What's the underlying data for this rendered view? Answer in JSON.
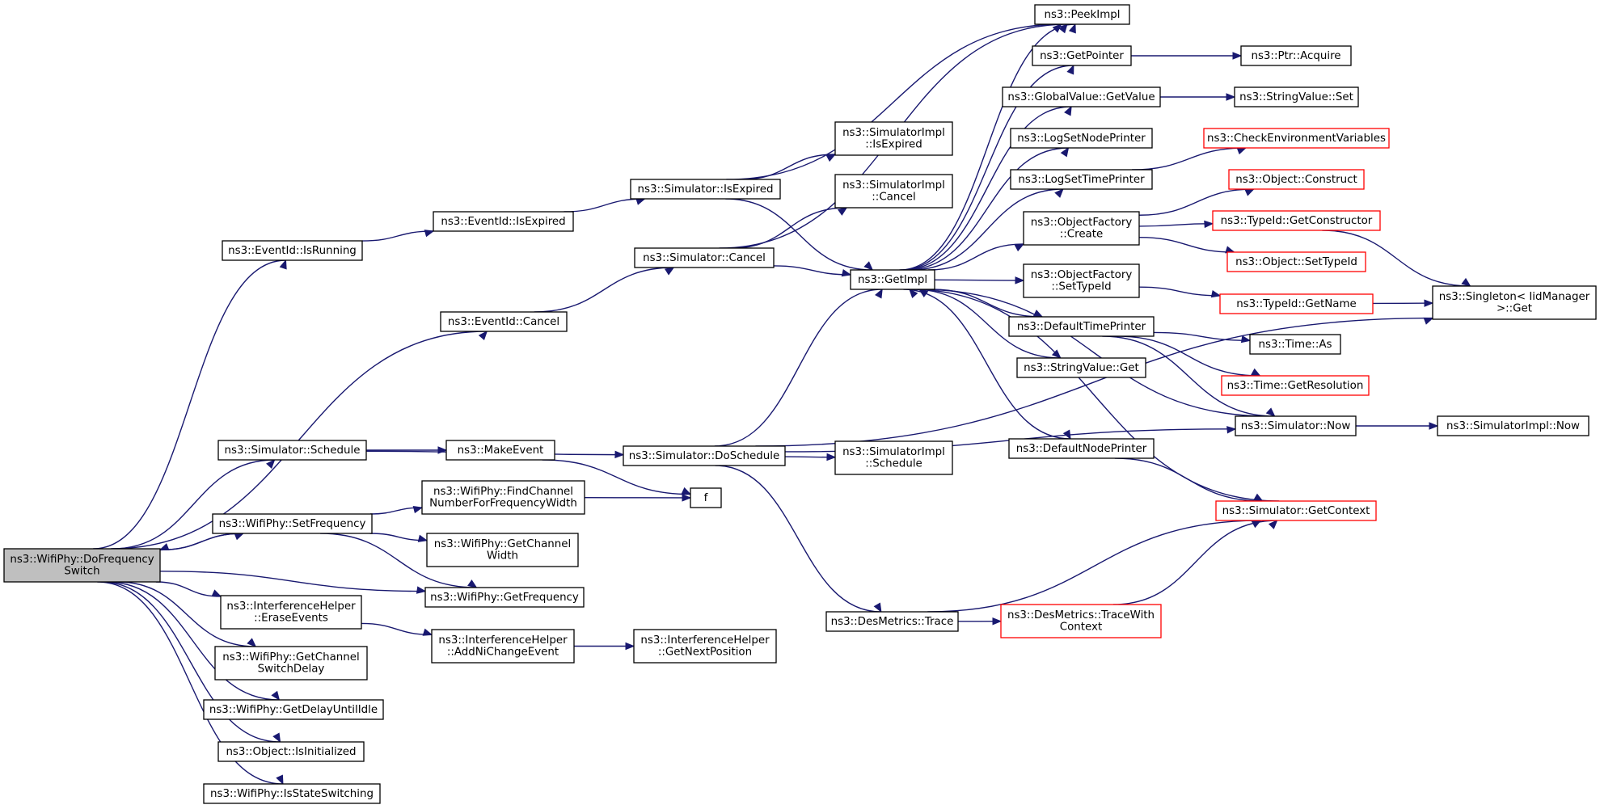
{
  "colors": {
    "edge": "#191970",
    "root_fill": "#bfbfbf",
    "truncated_border": "#ff0000",
    "node_border": "#000000"
  },
  "nodes": [
    {
      "id": "root",
      "lines": [
        "ns3::WifiPhy::DoFrequency",
        "Switch"
      ],
      "root": true
    },
    {
      "id": "isrunning",
      "lines": [
        "ns3::EventId::IsRunning"
      ]
    },
    {
      "id": "cancel",
      "lines": [
        "ns3::EventId::Cancel"
      ]
    },
    {
      "id": "schedule",
      "lines": [
        "ns3::Simulator::Schedule"
      ]
    },
    {
      "id": "setfreq",
      "lines": [
        "ns3::WifiPhy::SetFrequency"
      ]
    },
    {
      "id": "erase",
      "lines": [
        "ns3::InterferenceHelper",
        "::EraseEvents"
      ]
    },
    {
      "id": "switchdelay",
      "lines": [
        "ns3::WifiPhy::GetChannel",
        "SwitchDelay"
      ]
    },
    {
      "id": "delayidle",
      "lines": [
        "ns3::WifiPhy::GetDelayUntilIdle"
      ]
    },
    {
      "id": "isinit",
      "lines": [
        "ns3::Object::IsInitialized"
      ]
    },
    {
      "id": "isswitching",
      "lines": [
        "ns3::WifiPhy::IsStateSwitching"
      ]
    },
    {
      "id": "eisexpired",
      "lines": [
        "ns3::EventId::IsExpired"
      ]
    },
    {
      "id": "makeevent",
      "lines": [
        "ns3::MakeEvent"
      ]
    },
    {
      "id": "findchan",
      "lines": [
        "ns3::WifiPhy::FindChannel",
        "NumberForFrequencyWidth"
      ]
    },
    {
      "id": "chanwidth",
      "lines": [
        "ns3::WifiPhy::GetChannel",
        "Width"
      ]
    },
    {
      "id": "getfreq",
      "lines": [
        "ns3::WifiPhy::GetFrequency"
      ]
    },
    {
      "id": "addni",
      "lines": [
        "ns3::InterferenceHelper",
        "::AddNiChangeEvent"
      ]
    },
    {
      "id": "simisexpired",
      "lines": [
        "ns3::Simulator::IsExpired"
      ]
    },
    {
      "id": "simcancel",
      "lines": [
        "ns3::Simulator::Cancel"
      ]
    },
    {
      "id": "doschedule",
      "lines": [
        "ns3::Simulator::DoSchedule"
      ]
    },
    {
      "id": "f",
      "lines": [
        "f"
      ]
    },
    {
      "id": "nextpos",
      "lines": [
        "ns3::InterferenceHelper",
        "::GetNextPosition"
      ]
    },
    {
      "id": "implisexpired",
      "lines": [
        "ns3::SimulatorImpl",
        "::IsExpired"
      ]
    },
    {
      "id": "implcancel",
      "lines": [
        "ns3::SimulatorImpl",
        "::Cancel"
      ]
    },
    {
      "id": "getimpl",
      "lines": [
        "ns3::GetImpl"
      ]
    },
    {
      "id": "implschedule",
      "lines": [
        "ns3::SimulatorImpl",
        "::Schedule"
      ]
    },
    {
      "id": "desmetrics",
      "lines": [
        "ns3::DesMetrics::Trace"
      ]
    },
    {
      "id": "peekimpl",
      "lines": [
        "ns3::PeekImpl"
      ]
    },
    {
      "id": "getpointer",
      "lines": [
        "ns3::GetPointer"
      ]
    },
    {
      "id": "gvgetvalue",
      "lines": [
        "ns3::GlobalValue::GetValue"
      ]
    },
    {
      "id": "lognode",
      "lines": [
        "ns3::LogSetNodePrinter"
      ]
    },
    {
      "id": "logtime",
      "lines": [
        "ns3::LogSetTimePrinter"
      ]
    },
    {
      "id": "ofcreate",
      "lines": [
        "ns3::ObjectFactory",
        "::Create"
      ]
    },
    {
      "id": "ofsettypeid",
      "lines": [
        "ns3::ObjectFactory",
        "::SetTypeId"
      ]
    },
    {
      "id": "deftime",
      "lines": [
        "ns3::DefaultTimePrinter"
      ]
    },
    {
      "id": "svget",
      "lines": [
        "ns3::StringValue::Get"
      ]
    },
    {
      "id": "defnode",
      "lines": [
        "ns3::DefaultNodePrinter"
      ]
    },
    {
      "id": "tracewith",
      "lines": [
        "ns3::DesMetrics::TraceWith",
        "Context"
      ],
      "red": true
    },
    {
      "id": "ptracquire",
      "lines": [
        "ns3::Ptr::Acquire"
      ]
    },
    {
      "id": "svset",
      "lines": [
        "ns3::StringValue::Set"
      ]
    },
    {
      "id": "checkenv",
      "lines": [
        "ns3::CheckEnvironmentVariables"
      ],
      "red": true
    },
    {
      "id": "objconstruct",
      "lines": [
        "ns3::Object::Construct"
      ],
      "red": true
    },
    {
      "id": "getconstructor",
      "lines": [
        "ns3::TypeId::GetConstructor"
      ],
      "red": true
    },
    {
      "id": "objsettypeid",
      "lines": [
        "ns3::Object::SetTypeId"
      ],
      "red": true
    },
    {
      "id": "getname",
      "lines": [
        "ns3::TypeId::GetName"
      ],
      "red": true
    },
    {
      "id": "timeas",
      "lines": [
        "ns3::Time::As"
      ]
    },
    {
      "id": "getres",
      "lines": [
        "ns3::Time::GetResolution"
      ],
      "red": true
    },
    {
      "id": "simnow",
      "lines": [
        "ns3::Simulator::Now"
      ]
    },
    {
      "id": "getcontext",
      "lines": [
        "ns3::Simulator::GetContext"
      ],
      "red": true
    },
    {
      "id": "singleton",
      "lines": [
        "ns3::Singleton< IidManager",
        ">::Get"
      ]
    },
    {
      "id": "implnow",
      "lines": [
        "ns3::SimulatorImpl::Now"
      ]
    }
  ],
  "edges": [
    [
      "root",
      "isrunning"
    ],
    [
      "root",
      "cancel"
    ],
    [
      "root",
      "schedule"
    ],
    [
      "root",
      "setfreq"
    ],
    [
      "root",
      "getfreq"
    ],
    [
      "root",
      "erase"
    ],
    [
      "root",
      "switchdelay"
    ],
    [
      "root",
      "delayidle"
    ],
    [
      "root",
      "isinit"
    ],
    [
      "root",
      "isswitching"
    ],
    [
      "setfreq",
      "root"
    ],
    [
      "isrunning",
      "eisexpired"
    ],
    [
      "eisexpired",
      "simisexpired"
    ],
    [
      "simisexpired",
      "implisexpired"
    ],
    [
      "simisexpired",
      "getimpl"
    ],
    [
      "simisexpired",
      "peekimpl"
    ],
    [
      "cancel",
      "simcancel"
    ],
    [
      "simcancel",
      "implcancel"
    ],
    [
      "simcancel",
      "getimpl"
    ],
    [
      "simcancel",
      "peekimpl"
    ],
    [
      "schedule",
      "makeevent"
    ],
    [
      "schedule",
      "doschedule"
    ],
    [
      "makeevent",
      "f"
    ],
    [
      "setfreq",
      "findchan"
    ],
    [
      "setfreq",
      "chanwidth"
    ],
    [
      "setfreq",
      "getfreq"
    ],
    [
      "findchan",
      "f"
    ],
    [
      "erase",
      "addni"
    ],
    [
      "addni",
      "nextpos"
    ],
    [
      "doschedule",
      "getimpl"
    ],
    [
      "doschedule",
      "implschedule"
    ],
    [
      "doschedule",
      "simnow"
    ],
    [
      "doschedule",
      "singleton"
    ],
    [
      "doschedule",
      "desmetrics"
    ],
    [
      "desmetrics",
      "tracewith"
    ],
    [
      "desmetrics",
      "getcontext"
    ],
    [
      "tracewith",
      "getcontext"
    ],
    [
      "getimpl",
      "peekimpl"
    ],
    [
      "getimpl",
      "getpointer"
    ],
    [
      "getimpl",
      "gvgetvalue"
    ],
    [
      "getimpl",
      "lognode"
    ],
    [
      "getimpl",
      "logtime"
    ],
    [
      "getimpl",
      "ofcreate"
    ],
    [
      "getimpl",
      "ofsettypeid"
    ],
    [
      "getimpl",
      "deftime"
    ],
    [
      "getimpl",
      "svget"
    ],
    [
      "getimpl",
      "defnode"
    ],
    [
      "getpointer",
      "ptracquire"
    ],
    [
      "gvgetvalue",
      "svset"
    ],
    [
      "logtime",
      "checkenv"
    ],
    [
      "ofcreate",
      "objconstruct"
    ],
    [
      "ofcreate",
      "getconstructor"
    ],
    [
      "ofcreate",
      "objsettypeid"
    ],
    [
      "ofsettypeid",
      "getname"
    ],
    [
      "getconstructor",
      "singleton"
    ],
    [
      "getname",
      "singleton"
    ],
    [
      "deftime",
      "timeas"
    ],
    [
      "deftime",
      "getres"
    ],
    [
      "deftime",
      "simnow"
    ],
    [
      "simnow",
      "getimpl"
    ],
    [
      "simnow",
      "implnow"
    ],
    [
      "defnode",
      "getcontext"
    ],
    [
      "getcontext",
      "getimpl"
    ]
  ]
}
